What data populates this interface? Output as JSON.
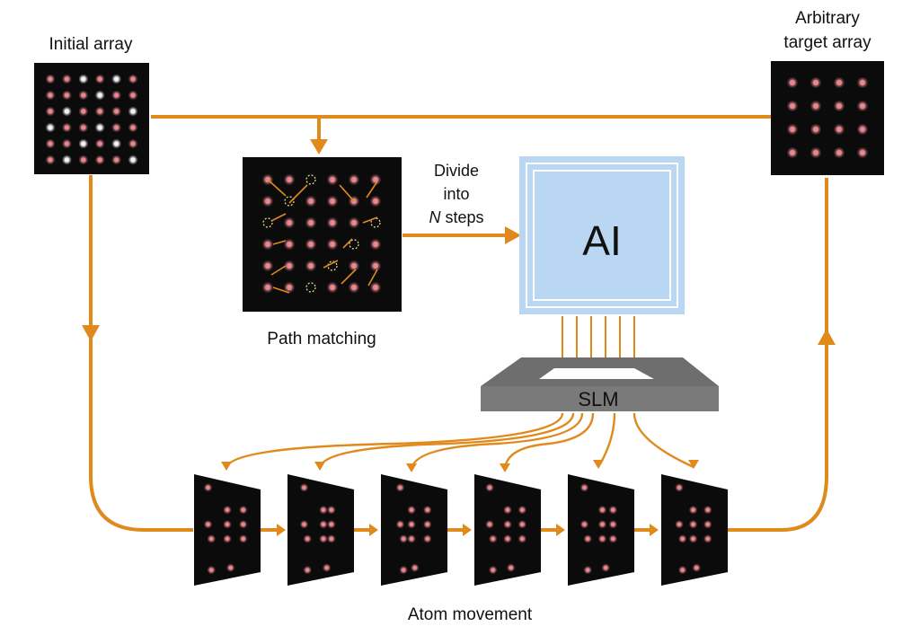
{
  "labels": {
    "initial_array": "Initial array",
    "target_array_line1": "Arbitrary",
    "target_array_line2": "target array",
    "path_matching": "Path matching",
    "divide_line1": "Divide",
    "divide_line2": "into",
    "divide_n": "N",
    "divide_steps": " steps",
    "ai": "AI",
    "slm": "SLM",
    "atom_movement": "Atom movement"
  },
  "colors": {
    "arrow": "#e08a1e",
    "panel": "#0b0b0b",
    "atom": "#e8878f",
    "atom_bright": "#f2f2f2",
    "ai_fill": "#b9d7f2",
    "ai_border": "#ffffff",
    "slm_body": "#707070",
    "slm_window": "#ffffff"
  }
}
